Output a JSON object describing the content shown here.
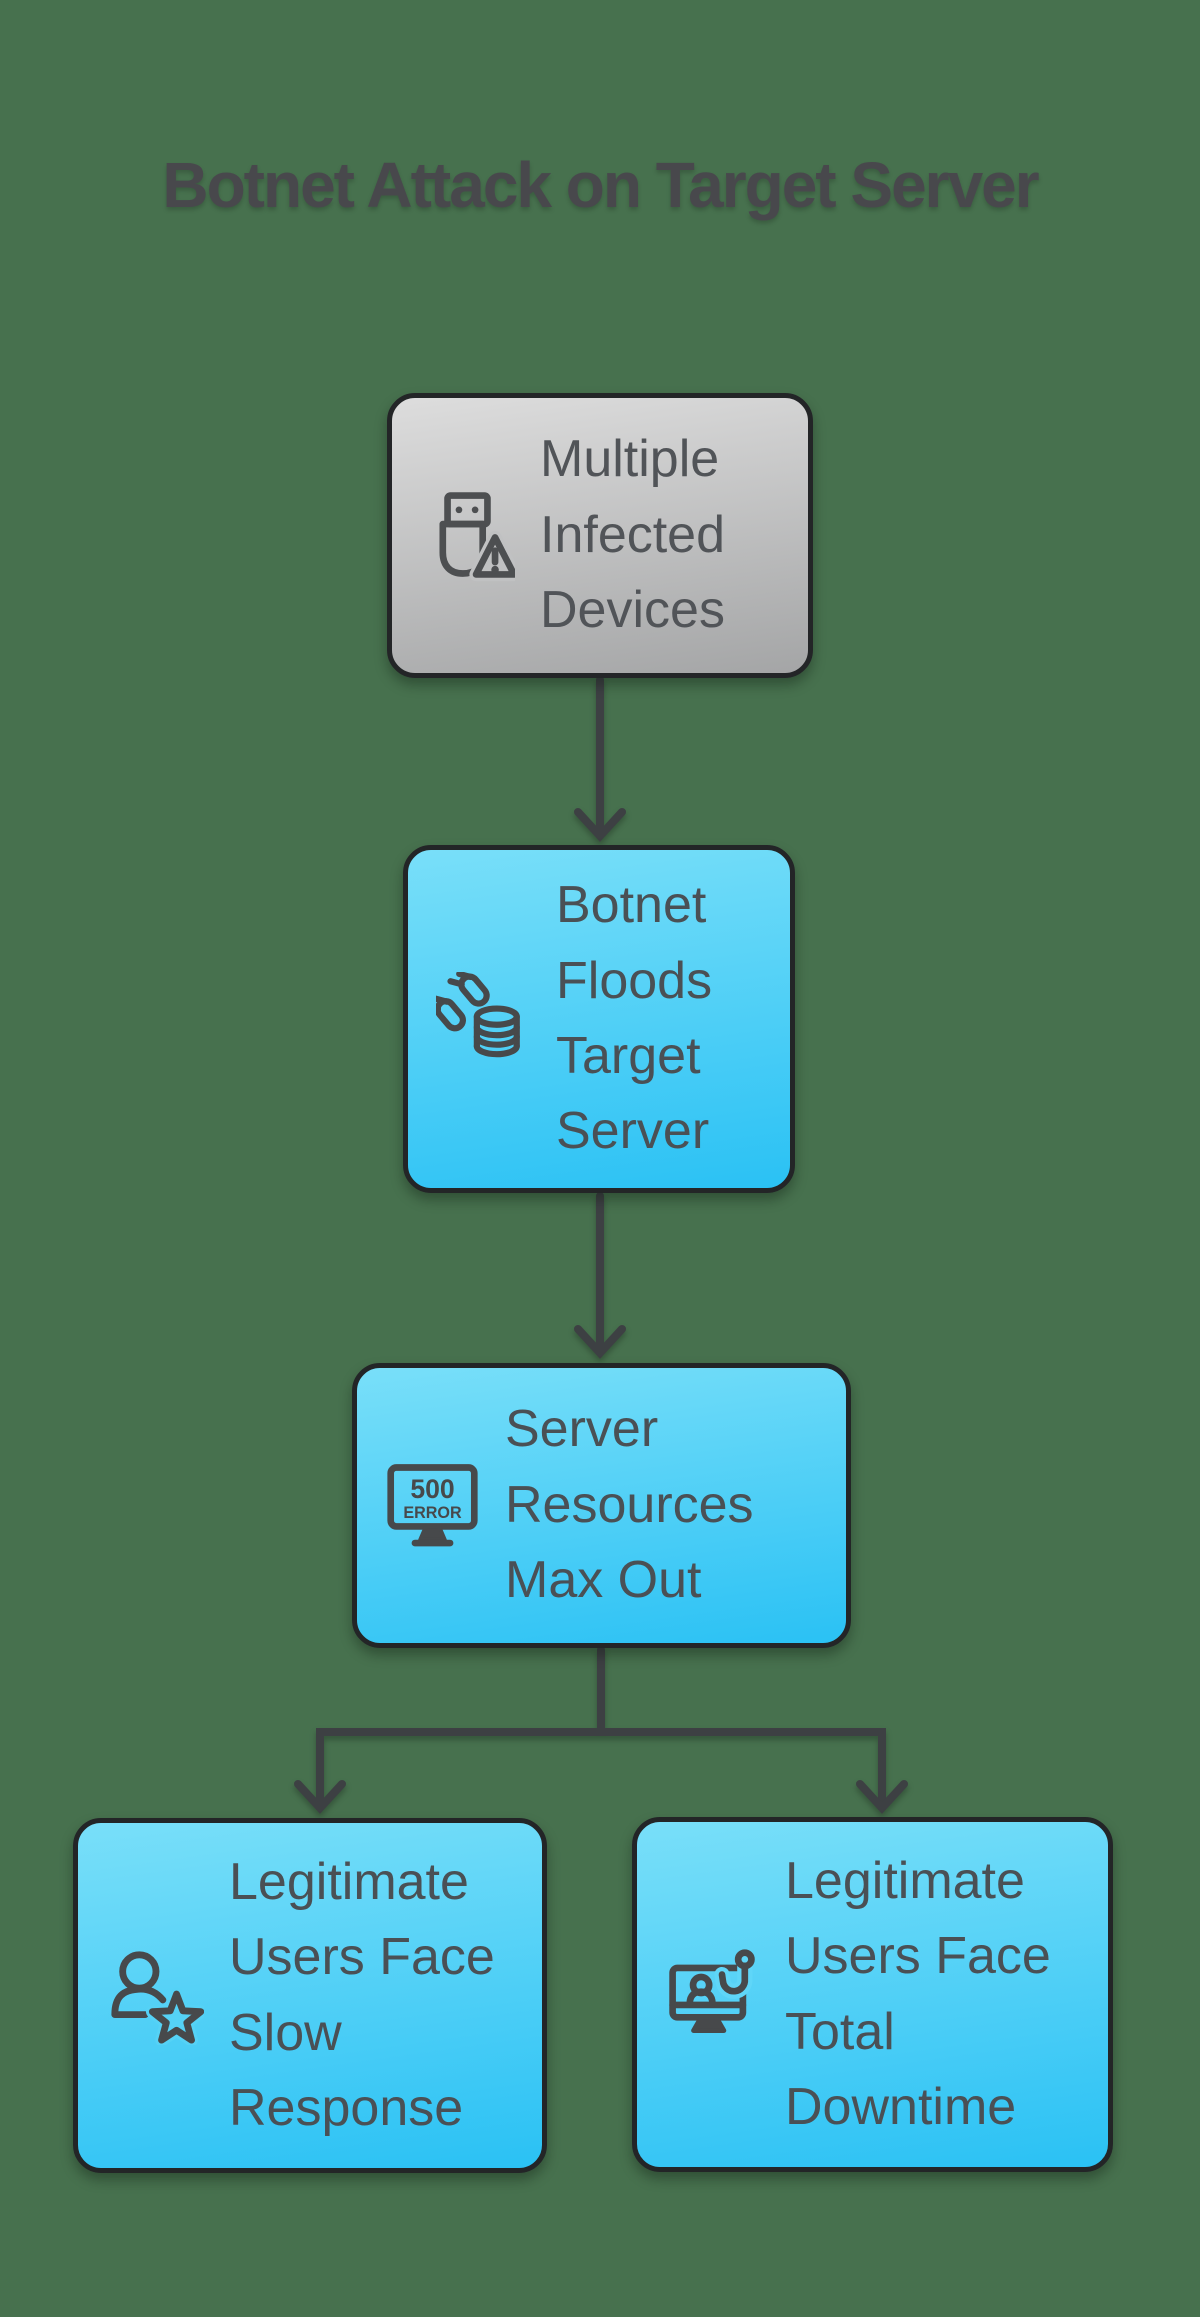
{
  "title": {
    "text": "Botnet Attack on Target Server",
    "color": "#48484c"
  },
  "flowchart": {
    "type": "flowchart-top-down",
    "colors": {
      "background": "#47714e",
      "node_blue_gradient_top": "#79dff9",
      "node_blue_gradient_bottom": "#2ac1f4",
      "node_gray_gradient_top": "#dddddd",
      "node_gray_gradient_bottom": "#a4a5a6",
      "node_border": "#232527",
      "node_text": "#4a5055",
      "arrow": "#3d4043",
      "icon_stroke": "#47494b"
    },
    "nodes": [
      {
        "id": "multiple-infected-devices",
        "label": "Multiple Infected Devices",
        "icon": "usb-warning-icon",
        "variant": "gray"
      },
      {
        "id": "botnet-floods-target-server",
        "label": "Botnet Floods Target Server",
        "icon": "bombs-database-icon",
        "variant": "blue"
      },
      {
        "id": "server-resources-max-out",
        "label": "Server Resources Max Out",
        "icon": "server-error-icon",
        "variant": "blue"
      },
      {
        "id": "legitimate-users-slow-response",
        "label": "Legitimate Users Face Slow Response",
        "icon": "user-star-icon",
        "variant": "blue"
      },
      {
        "id": "legitimate-users-total-downtime",
        "label": "Legitimate Users Face Total Downtime",
        "icon": "monitor-phishing-icon",
        "variant": "blue"
      }
    ],
    "edges": [
      {
        "from": "multiple-infected-devices",
        "to": "botnet-floods-target-server"
      },
      {
        "from": "botnet-floods-target-server",
        "to": "server-resources-max-out"
      },
      {
        "from": "server-resources-max-out",
        "to": "legitimate-users-slow-response"
      },
      {
        "from": "server-resources-max-out",
        "to": "legitimate-users-total-downtime"
      }
    ],
    "icon_text": {
      "error_code": "500",
      "error_label": "ERROR"
    }
  }
}
